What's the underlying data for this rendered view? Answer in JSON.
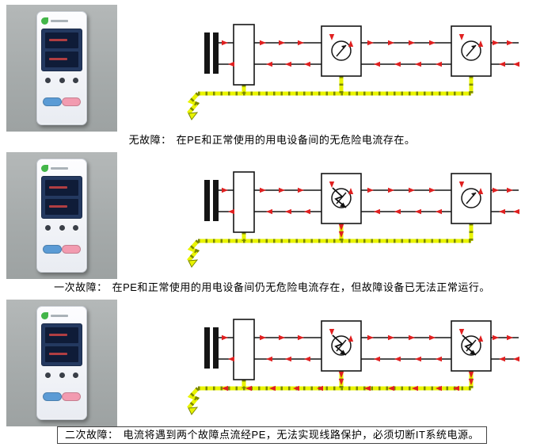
{
  "rows": [
    {
      "id": "no-fault",
      "caption_label": "无故障：",
      "caption_text": "在PE和正常使用的用电设备间的无危险电流存在。"
    },
    {
      "id": "first-fault",
      "caption_label": "一次故障：",
      "caption_text": "在PE和正常使用的用电设备间仍无危险电流存在，但故障设备已无法正常运行。"
    },
    {
      "id": "second-fault",
      "caption_label": "二次故障：",
      "caption_text": "电流将遇到两个故障点流经PE，无法实现线路保护，必须切断IT系统电源。"
    }
  ],
  "colors": {
    "pe_yellow": "#e9f400",
    "pe_chevron_olive": "#7a8700",
    "current_red": "#e02020",
    "line_black": "#151515",
    "photo_bg_gray": "#a6abab",
    "device_display_navy": "#243960",
    "device_button_blue": "#5b9bd5",
    "device_button_pink": "#f29bb0"
  }
}
